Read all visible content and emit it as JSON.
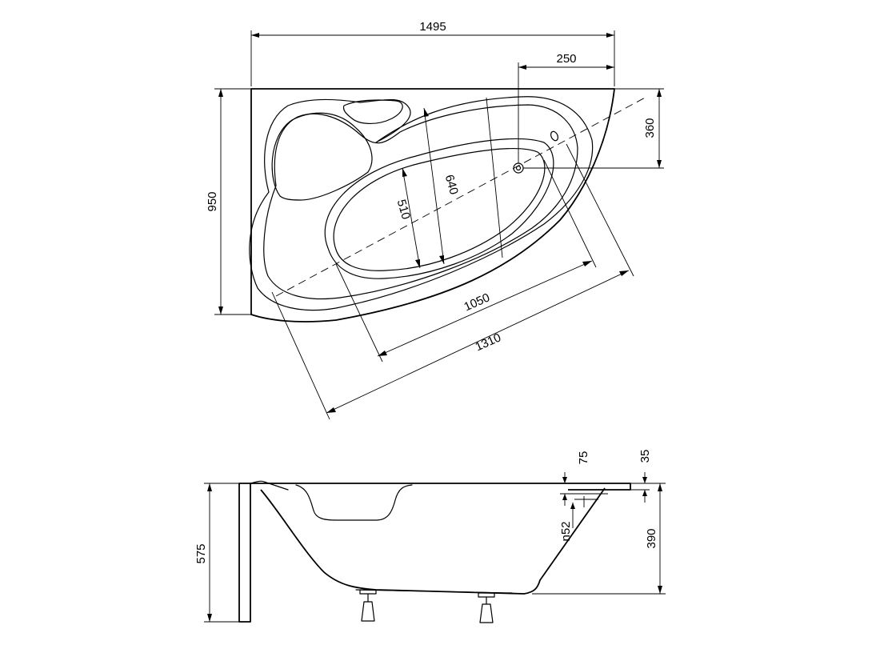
{
  "top_view": {
    "dim_width": "1495",
    "dim_drain_offset": "250",
    "dim_drain_depth": "360",
    "dim_height": "950",
    "dim_inner_width": "640",
    "dim_basin_width": "510",
    "dim_inner_length": "1050",
    "dim_outer_length": "1310"
  },
  "side_view": {
    "dim_rim": "75",
    "dim_edge": "35",
    "dim_overflow": "n52",
    "dim_total_height": "575",
    "dim_depth": "390"
  }
}
